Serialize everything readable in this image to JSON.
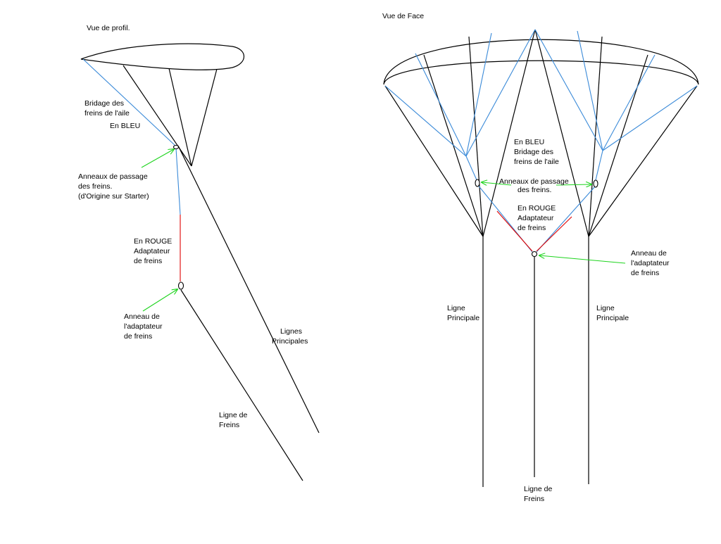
{
  "colors": {
    "black": "#000000",
    "blue": "#3a8ad8",
    "red": "#e00000",
    "green": "#1ed41e",
    "background": "#ffffff"
  },
  "profile": {
    "title": "Vue de profil.",
    "bridage": [
      "Bridage des",
      "freins de l'aile"
    ],
    "bleu": "En BLEU",
    "anneaux": [
      "Anneaux de passage",
      "des freins.",
      "(d'Origine sur Starter)"
    ],
    "rouge": [
      "En ROUGE",
      "Adaptateur",
      "de freins"
    ],
    "anneau_adapt": [
      "Anneau de",
      "l'adaptateur",
      "de freins"
    ],
    "lignes_principales": [
      "Lignes",
      "Principales"
    ],
    "ligne_freins": [
      "Ligne de",
      "Freins"
    ]
  },
  "face": {
    "title": "Vue de Face",
    "bleu": [
      "En BLEU",
      "Bridage des",
      "freins de l'aile"
    ],
    "anneaux": [
      "Anneaux de passage",
      "des freins."
    ],
    "rouge": [
      "En ROUGE",
      "Adaptateur",
      "de freins"
    ],
    "anneau_adapt": [
      "Anneau de",
      "l'adaptateur",
      "de freins"
    ],
    "ligne_principale_left": [
      "Ligne",
      "Principale"
    ],
    "ligne_principale_right": [
      "Ligne",
      "Principale"
    ],
    "ligne_freins": [
      "Ligne de",
      "Freins"
    ]
  }
}
